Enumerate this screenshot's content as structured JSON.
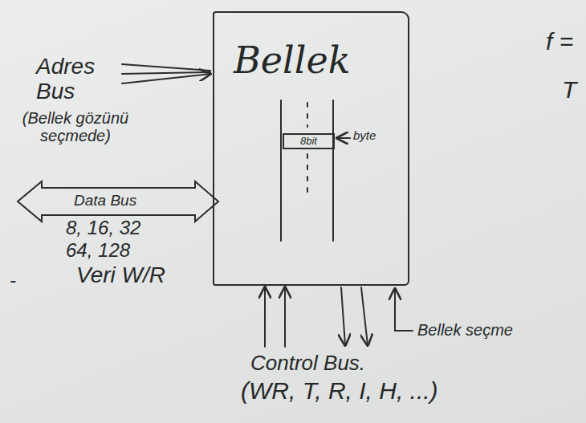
{
  "diagram": {
    "nodes": [
      {
        "text": [
          "Bellek"
        ]
      },
      {
        "text": [
          "8bit"
        ],
        "in": 0
      }
    ],
    "labels": [
      "Adres Bus",
      "(Bellek gözünü seçmede)",
      "Data Bus",
      "8, 16, 32 64, 128",
      "Veri W/R",
      "-",
      "byte",
      "Control Bus.",
      "(WR, T, R, I, H, ...)",
      "Bellek seçme",
      "f =",
      "T"
    ]
  }
}
